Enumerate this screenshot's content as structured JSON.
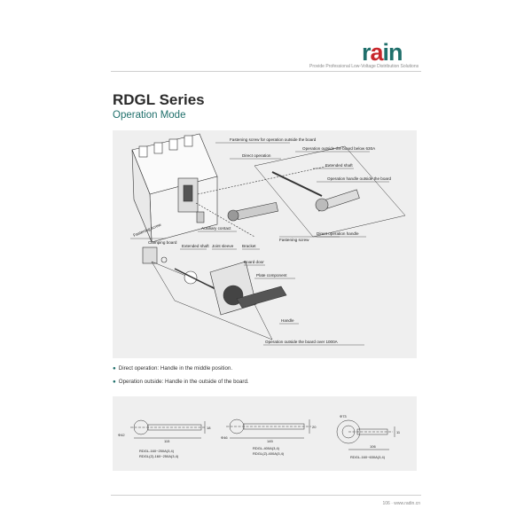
{
  "header": {
    "logo_pre": "r",
    "logo_accent": "a",
    "logo_post": "in",
    "tagline": "Provide Professional Low-Voltage Distribution Solutions"
  },
  "title": "RDGL Series",
  "subtitle": "Operation Mode",
  "diagram": {
    "labels": {
      "fastening_outside": "Fastening screw for operation outside the board",
      "direct_operation": "Direct operation",
      "outside_below": "Operation outside the board below 630A",
      "extended_shaft": "Extended shaft",
      "outside_handle": "Operation handle outside the board",
      "fastening_screw": "Fastening screw",
      "auxiliary_contact": "Auxiliary contact",
      "fastening_screw_2": "Fastening screw",
      "direct_handle": "Direct operation handle",
      "clamping_board": "Clamping board",
      "extended_shaft_2": "Extended shaft",
      "joint_sleeve": "Joint sleeve",
      "bracket": "Bracket",
      "board_door": "Board door",
      "plate_component": "Plate component",
      "handle": "Handle",
      "outside_over": "Operation outside the board over 1000A"
    }
  },
  "bullets": [
    "Direct operation: Handle in the middle position.",
    "Operation outside: Handle in the outside of the board."
  ],
  "dims": {
    "d1": {
      "dia": "Φ42",
      "len": "115",
      "h": "18",
      "c1": "RDGL-160~250A(3,4)",
      "c2": "RDGL(Z)-160~250A(3,4)"
    },
    "d2": {
      "dia": "Φ46",
      "len": "145",
      "h": "20",
      "c1": "RDGL-400A(3,4)",
      "c2": "RDGL(Z)-400A(3,4)"
    },
    "d3": {
      "dia": "Φ73",
      "len": "106",
      "h": "11",
      "c1": "RDGL-160~630A(3,4)"
    }
  },
  "footer": "106 · www.radin.cn"
}
